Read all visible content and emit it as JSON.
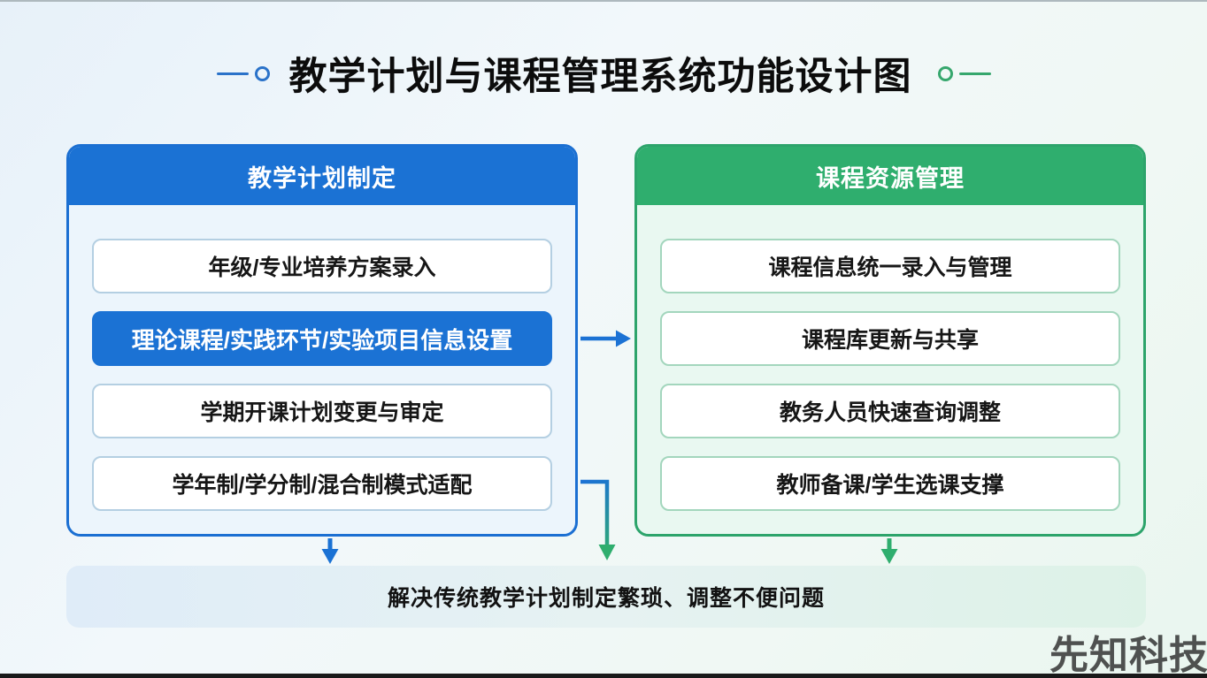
{
  "title": "教学计划与课程管理系统功能设计图",
  "colors": {
    "accent_blue": "#1b72d4",
    "accent_green": "#2fae6e",
    "left_body_bg": "#ecf5fc",
    "right_body_bg": "#e9f8f1"
  },
  "left_panel": {
    "header": "教学计划制定",
    "items": [
      {
        "label": "年级/专业培养方案录入",
        "highlighted": false
      },
      {
        "label": "理论课程/实践环节/实验项目信息设置",
        "highlighted": true
      },
      {
        "label": "学期开课计划变更与审定",
        "highlighted": false
      },
      {
        "label": "学年制/学分制/混合制模式适配",
        "highlighted": false
      }
    ]
  },
  "right_panel": {
    "header": "课程资源管理",
    "items": [
      {
        "label": "课程信息统一录入与管理"
      },
      {
        "label": "课程库更新与共享"
      },
      {
        "label": "教务人员快速查询调整"
      },
      {
        "label": "教师备课/学生选课支撑"
      }
    ]
  },
  "footer": {
    "label": "解决传统教学计划制定繁琐、调整不便问题"
  },
  "watermark": "先知科技"
}
